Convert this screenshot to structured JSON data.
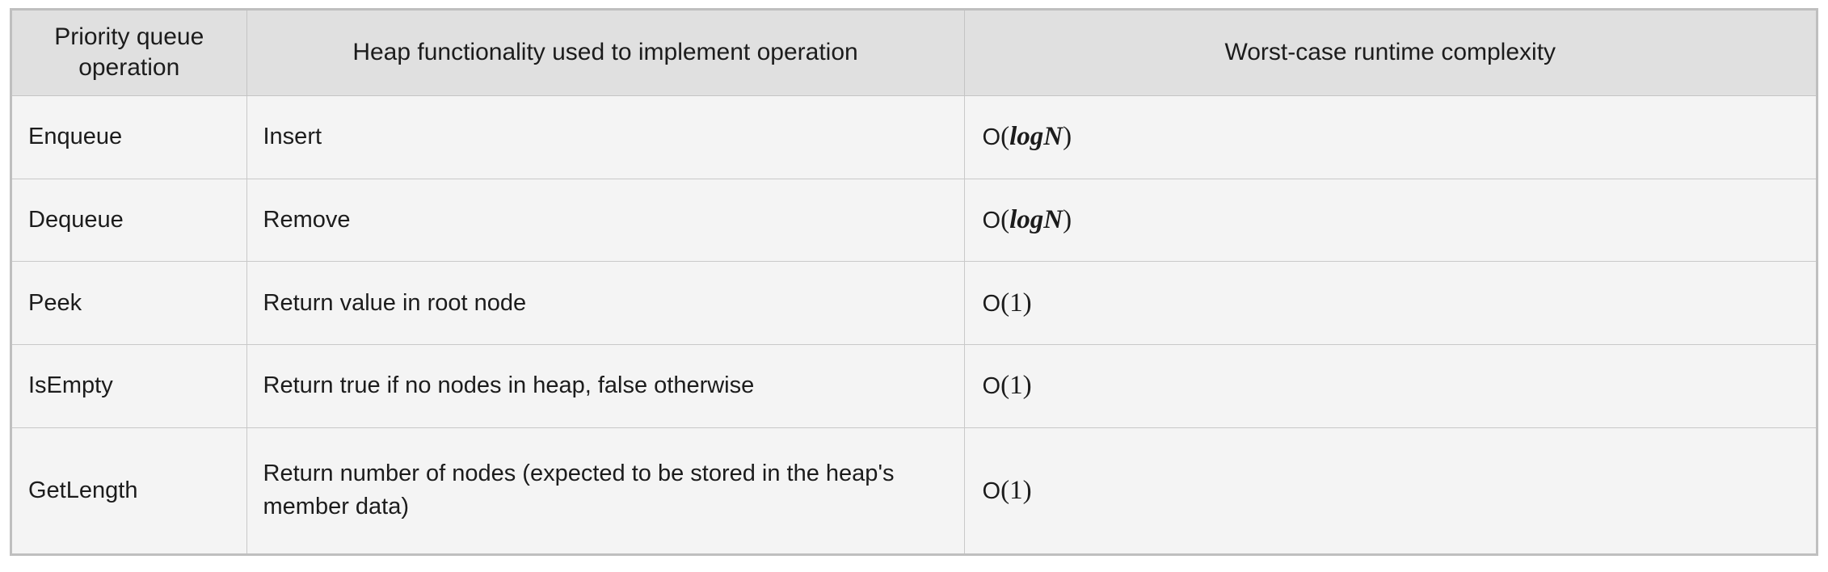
{
  "table": {
    "headers": [
      "Priority queue operation",
      "Heap functionality used to implement operation",
      "Worst-case runtime complexity"
    ],
    "rows": [
      {
        "operation": "Enqueue",
        "functionality": "Insert",
        "complexity": {
          "prefix": "O",
          "open": "(",
          "term": "logN",
          "close": ")",
          "text": "O(logN)"
        }
      },
      {
        "operation": "Dequeue",
        "functionality": "Remove",
        "complexity": {
          "prefix": "O",
          "open": "(",
          "term": "logN",
          "close": ")",
          "text": "O(logN)"
        }
      },
      {
        "operation": "Peek",
        "functionality": "Return value in root node",
        "complexity": {
          "prefix": "O",
          "open": "(",
          "term": "1",
          "close": ")",
          "text": "O(1)"
        }
      },
      {
        "operation": "IsEmpty",
        "functionality": "Return true if no nodes in heap, false otherwise",
        "complexity": {
          "prefix": "O",
          "open": "(",
          "term": "1",
          "close": ")",
          "text": "O(1)"
        }
      },
      {
        "operation": "GetLength",
        "functionality": "Return number of nodes (expected to be stored in the heap's member data)",
        "complexity": {
          "prefix": "O",
          "open": "(",
          "term": "1",
          "close": ")",
          "text": "O(1)"
        }
      }
    ]
  },
  "colors": {
    "header_background": "#e0e0e0",
    "row_background": "#f4f4f4",
    "outer_border": "#bfbfbf",
    "inner_border": "#c9c9c9",
    "text": "#1c1c1c"
  }
}
